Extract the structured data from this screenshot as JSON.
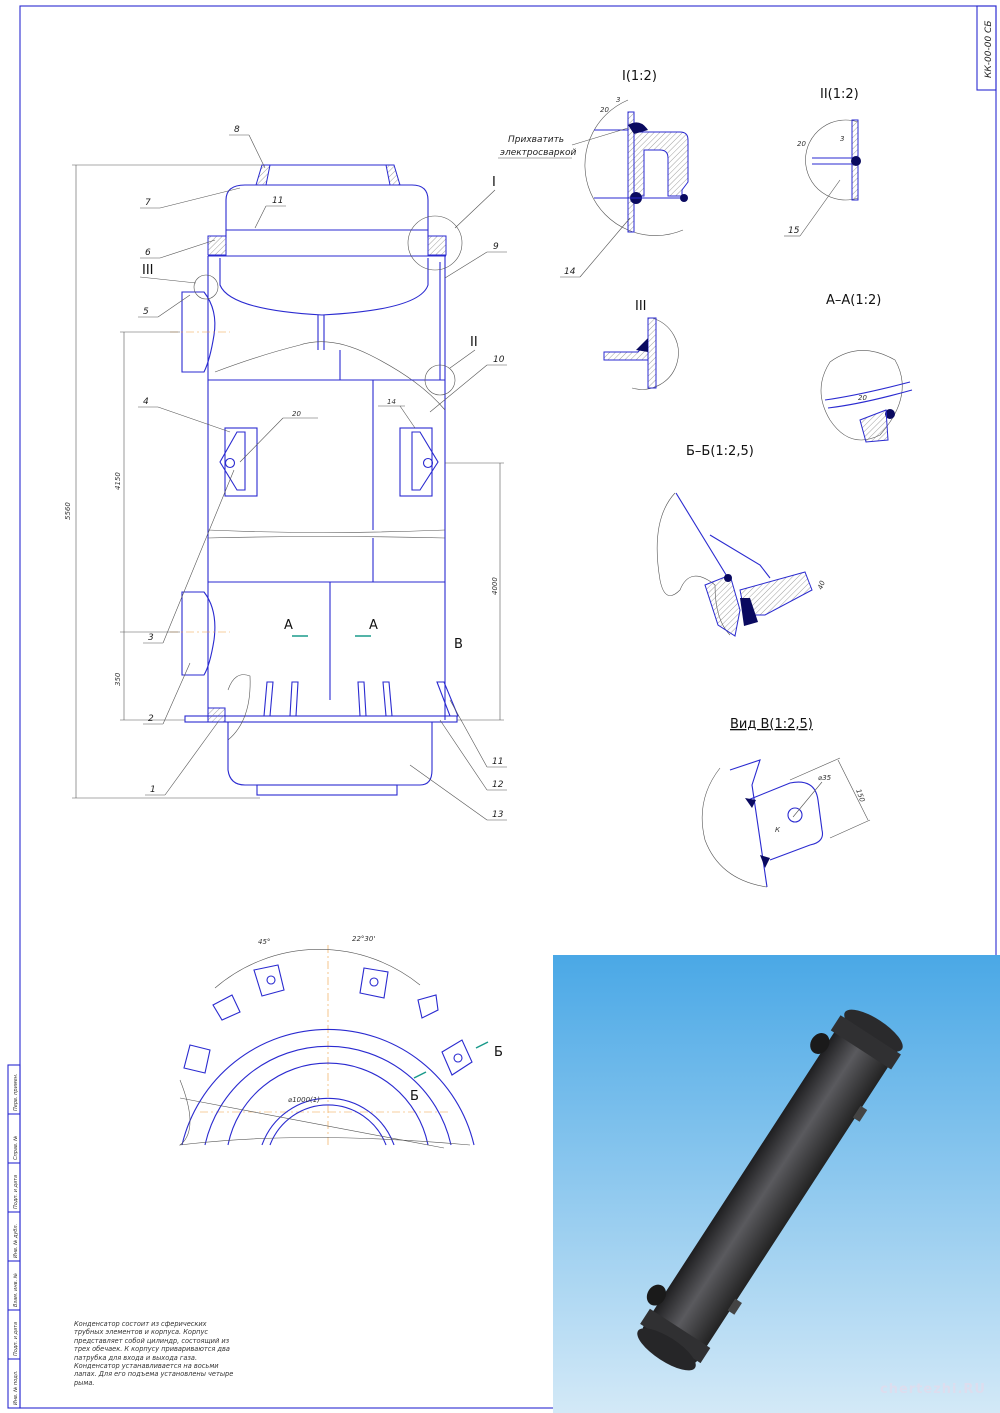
{
  "title_block": {
    "designation": "КК-00-00 СБ"
  },
  "side_stamp": [
    "Перв. примен.",
    "Справ. №",
    "Подп. и дата",
    "Инв. № дубл.",
    "Взам. инв. №",
    "Подп. и дата",
    "Инв. № подл."
  ],
  "main_view": {
    "callouts": [
      "1",
      "2",
      "3",
      "4",
      "5",
      "6",
      "7",
      "8",
      "9",
      "10",
      "11",
      "11",
      "12",
      "13"
    ],
    "detail_marks": [
      "I",
      "II",
      "III"
    ],
    "section_marks": {
      "a_left": "А",
      "a_right": "А",
      "view_v": "В"
    },
    "dimensions": {
      "overall_height": "5560",
      "nozzle_spacing": "4150",
      "lower_nozzle": "350",
      "lug_height": "4000"
    },
    "weld_symbols": [
      "20",
      "14"
    ]
  },
  "detail_1": {
    "title": "I(1:2)",
    "note_line1": "Прихватить",
    "note_line2": "электросваркой",
    "dim_a": "20",
    "dim_b": "3",
    "callout": "14"
  },
  "detail_2": {
    "title": "II(1:2)",
    "dim_a": "20",
    "dim_b": "3",
    "callout": "15"
  },
  "detail_3": {
    "title": "III"
  },
  "section_aa": {
    "title": "А–А(1:2)",
    "dim": "20"
  },
  "section_bb": {
    "title": "Б–Б(1:2,5)",
    "dim": "40"
  },
  "view_v": {
    "title": "Вид В(1:2,5)",
    "hole": "⌀35",
    "dim": "150",
    "weld": "К"
  },
  "plan_view": {
    "angle_a": "45°",
    "angle_b": "22°30'",
    "diameter": "⌀1000(1)",
    "section_b1": "Б",
    "section_b2": "Б"
  },
  "notes": "Конденсатор состоит из сферических трубных элементов и корпуса. Корпус представляет собой цилиндр, состоящий из трех обечаек. К корпусу привариваются два патрубка для входа и выхода газа. Конденсатор устанавливается на восьми лапах. Для его подъема установлены четыре рыма.",
  "watermark": "chertezhi.RU",
  "colors": {
    "line": "#2a2ad0",
    "render_sky_top": "#4aa8e6",
    "render_sky_bottom": "#cfe6f6",
    "body": "#3a3a3c"
  }
}
